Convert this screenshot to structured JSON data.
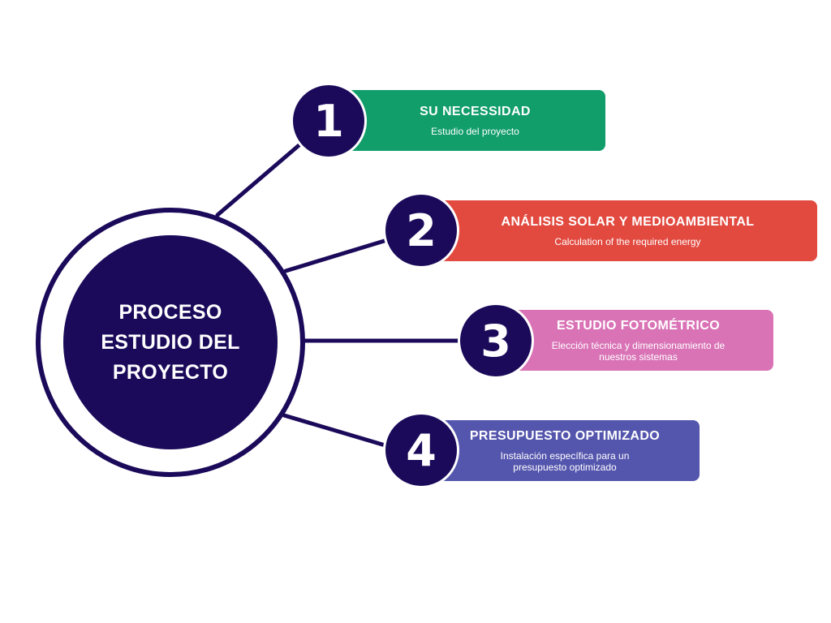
{
  "center": {
    "title": "PROCESO ESTUDIO DEL PROYECTO",
    "color": "#1b0a5a"
  },
  "steps": [
    {
      "number": "1",
      "title": "SU NECESSIDAD",
      "subtitle": "Estudio del proyecto",
      "color": "#119e6b"
    },
    {
      "number": "2",
      "title": "ANÁLISIS SOLAR Y MEDIOAMBIENTAL",
      "subtitle": "Calculation of the required energy",
      "color": "#e24a40"
    },
    {
      "number": "3",
      "title": "ESTUDIO FOTOMÉTRICO",
      "subtitle": "Elección técnica y dimensionamiento de nuestros sistemas",
      "color": "#d973b6"
    },
    {
      "number": "4",
      "title": "PRESUPUESTO OPTIMIZADO",
      "subtitle": "Instalación específica para un presupuesto optimizado",
      "color": "#5455ad"
    }
  ]
}
